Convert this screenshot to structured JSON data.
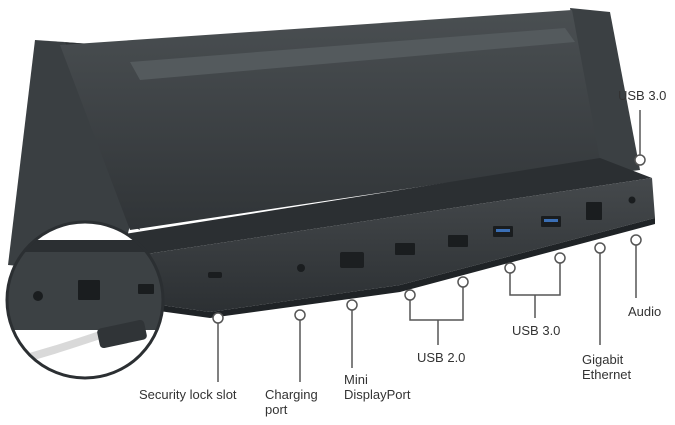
{
  "colors": {
    "dock_face": "#3d4245",
    "dock_top": "#2e3235",
    "dock_shadow": "#222629",
    "leader": "#555555",
    "label_text": "#333333",
    "usb3_port": "#3b6fb5"
  },
  "callouts": {
    "usb3_top": "USB 3.0",
    "audio": "Audio",
    "gigabit_line1": "Gigabit",
    "gigabit_line2": "Ethernet",
    "usb3_bottom": "USB 3.0",
    "usb2": "USB 2.0",
    "mini_dp_line1": "Mini",
    "mini_dp_line2": "DisplayPort",
    "charging_line1": "Charging",
    "charging_line2": "port",
    "security_lock": "Security lock slot"
  },
  "icons": [
    "dock-body",
    "magnifier-inset",
    "charging-cable-icon",
    "usb3-port-icon",
    "usb2-port-icon",
    "ethernet-port-icon",
    "mini-displayport-icon",
    "audio-jack-icon",
    "security-lock-slot-icon",
    "charging-port-icon"
  ]
}
